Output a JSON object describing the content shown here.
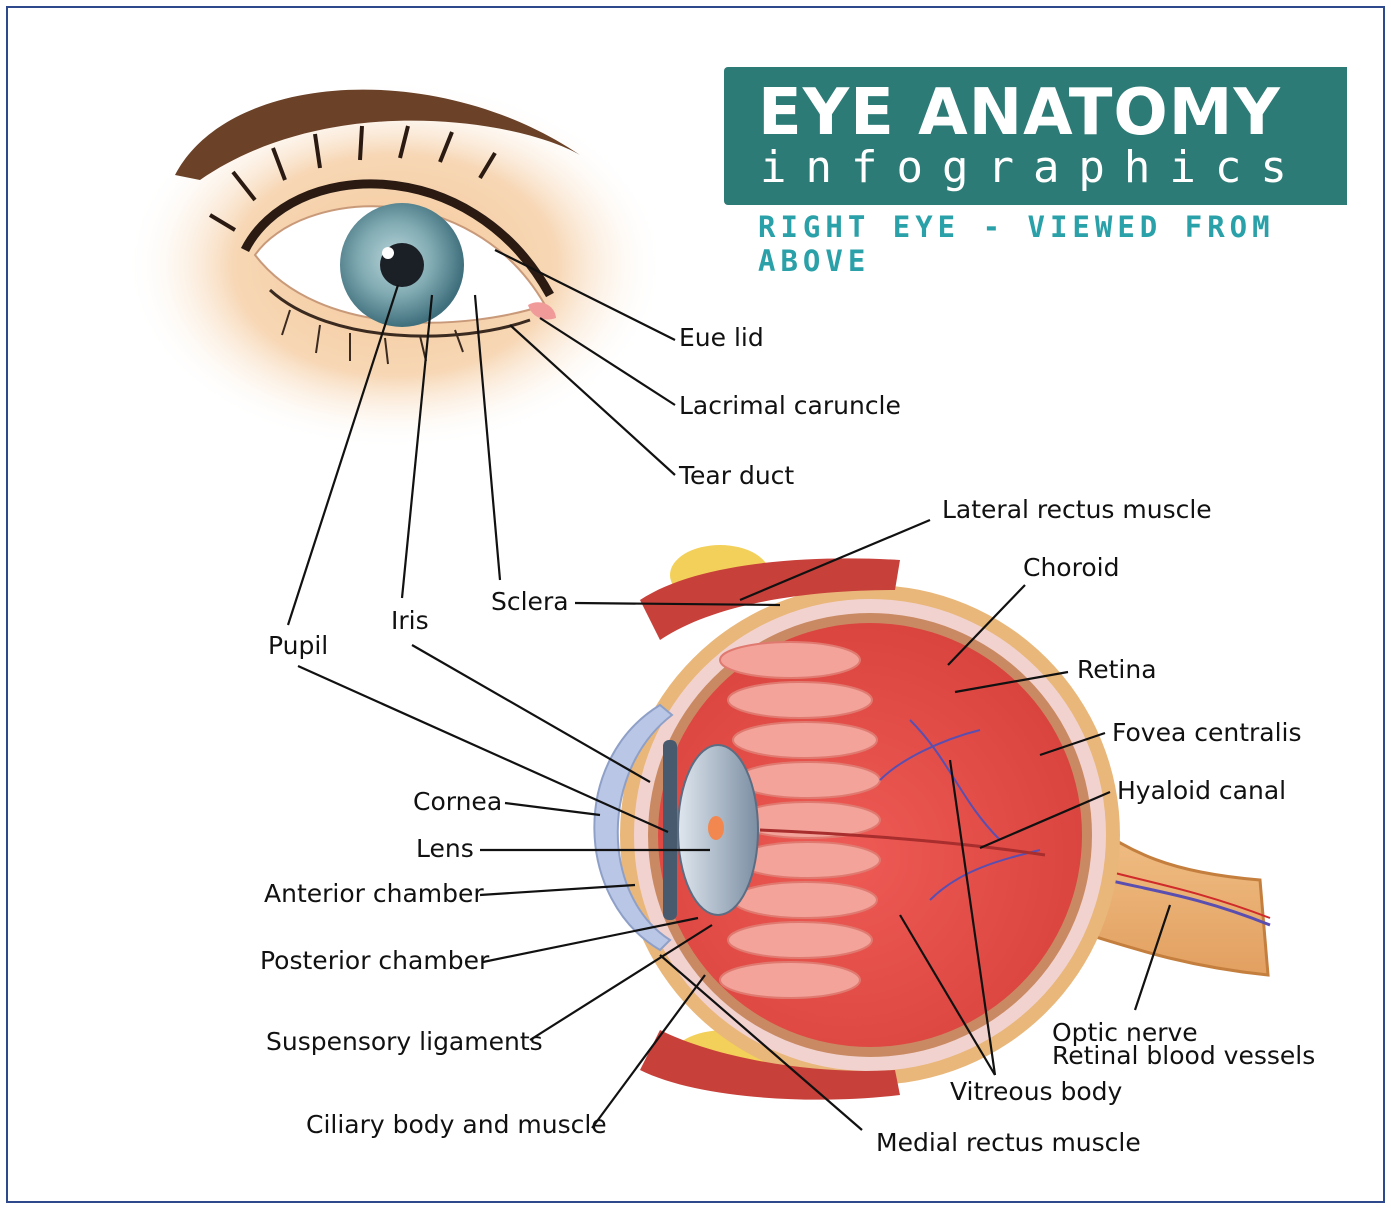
{
  "title": {
    "main": "EYE ANATOMY",
    "sub": "infographics",
    "caption": "RIGHT EYE - VIEWED FROM ABOVE"
  },
  "labels": {
    "eye_lid": "Eue lid",
    "lacrimal_caruncle": "Lacrimal caruncle",
    "tear_duct": "Tear duct",
    "lateral_rectus": "Lateral rectus muscle",
    "choroid": "Choroid",
    "retina": "Retina",
    "fovea": "Fovea centralis",
    "hyaloid": "Hyaloid canal",
    "optic_nerve": "Optic nerve",
    "retinal_vessels": "Retinal blood vessels",
    "vitreous": "Vitreous body",
    "medial_rectus": "Medial rectus muscle",
    "sclera": "Sclera",
    "iris": "Iris",
    "pupil": "Pupil",
    "cornea": "Cornea",
    "lens": "Lens",
    "anterior_chamber": "Anterior chamber",
    "posterior_chamber": "Posterior chamber",
    "suspensory": "Suspensory ligaments",
    "ciliary": "Ciliary body and muscle"
  },
  "colors": {
    "frame": "#2e4a8c",
    "title_bg": "#2d7b76",
    "subtitle": "#2aa1a8",
    "label_text": "#111111",
    "leader_line": "#111111"
  }
}
